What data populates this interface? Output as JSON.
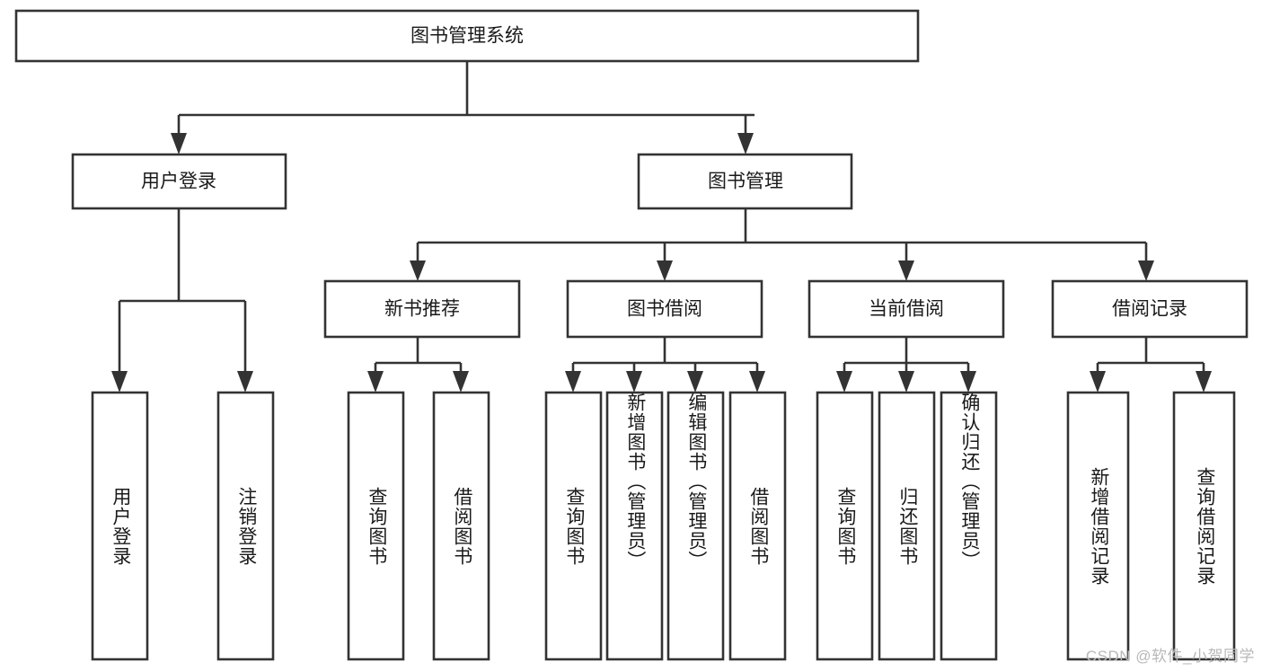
{
  "diagram": {
    "title": "图书管理系统",
    "type": "tree-hierarchy-chart",
    "colors": {
      "stroke": "#333333",
      "fill": "#ffffff",
      "text": "#1a1a1a",
      "watermark": "#b8b8b8"
    },
    "root": {
      "label": "图书管理系统"
    },
    "level2": [
      {
        "label": "用户登录"
      },
      {
        "label": "图书管理"
      }
    ],
    "level3": [
      {
        "label": "新书推荐"
      },
      {
        "label": "图书借阅"
      },
      {
        "label": "当前借阅"
      },
      {
        "label": "借阅记录"
      }
    ],
    "leaves": {
      "user_login": [
        {
          "label": "用户登录"
        },
        {
          "label": "注销登录"
        }
      ],
      "new_book_recommend": [
        {
          "label": "查询图书"
        },
        {
          "label": "借阅图书"
        }
      ],
      "book_borrow": [
        {
          "label": "查询图书"
        },
        {
          "label": "新增图书（管理员）"
        },
        {
          "label": "编辑图书（管理员）"
        },
        {
          "label": "借阅图书"
        }
      ],
      "current_borrow": [
        {
          "label": "查询图书"
        },
        {
          "label": "归还图书"
        },
        {
          "label": "确认归还（管理员）"
        }
      ],
      "borrow_record": [
        {
          "label": "新增借阅记录"
        },
        {
          "label": "查询借阅记录"
        }
      ]
    }
  },
  "watermark": {
    "text": "CSDN @软件_小贺同学"
  }
}
